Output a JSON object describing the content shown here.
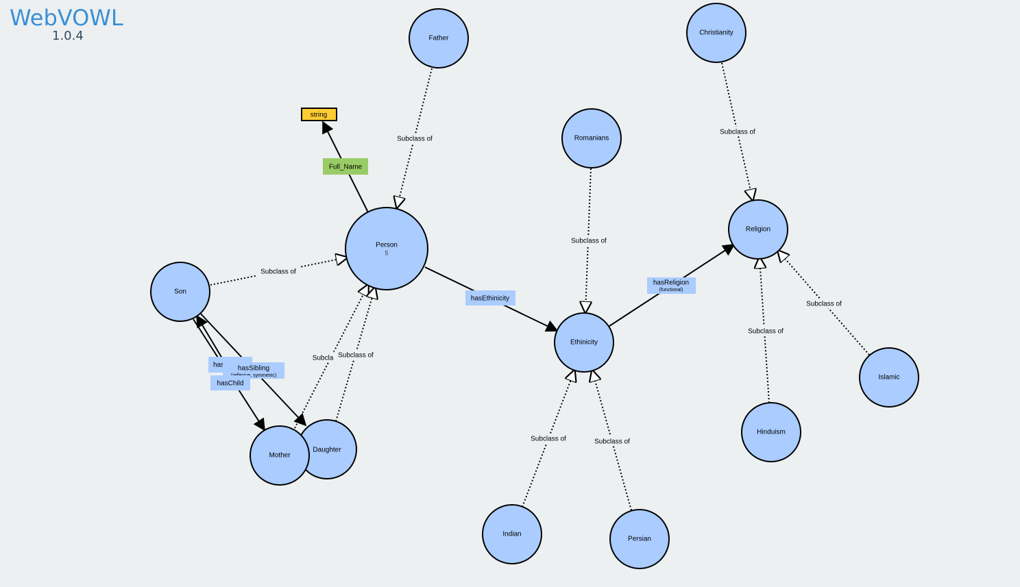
{
  "app": {
    "title": "WebVOWL",
    "version": "1.0.4"
  },
  "colors": {
    "background": "#ecf0f1",
    "class_fill": "#aaccff",
    "datatype_fill": "#ffcc33",
    "datatype_property_fill": "#99cc66",
    "object_property_fill": "#aaccff",
    "logo": "#3b8fd4"
  },
  "classes": {
    "person": {
      "label": "Person",
      "count": "5"
    },
    "father": {
      "label": "Father"
    },
    "son": {
      "label": "Son"
    },
    "mother": {
      "label": "Mother"
    },
    "daughter": {
      "label": "Daughter"
    },
    "romanians": {
      "label": "Romanians"
    },
    "ethinicity": {
      "label": "Ethinicity"
    },
    "indian": {
      "label": "Indian"
    },
    "persian": {
      "label": "Persian"
    },
    "christianity": {
      "label": "Christianity"
    },
    "religion": {
      "label": "Religion"
    },
    "hinduism": {
      "label": "Hinduism"
    },
    "islamic": {
      "label": "Islamic"
    }
  },
  "datatype": {
    "label": "string"
  },
  "properties": {
    "full_name": {
      "label": "Full_Name"
    },
    "has_ethinicity": {
      "label": "hasEthinicity"
    },
    "has_religion": {
      "label": "hasReligion",
      "sub": "(functional)"
    },
    "has_sibling": {
      "label": "hasSibling",
      "sub": "(reflexive, symmetric)"
    },
    "has_child": {
      "label": "hasChild"
    },
    "has_partial": {
      "label": "has"
    }
  },
  "subclass_label": "Subclass of",
  "subclass_partial": "Subcla"
}
